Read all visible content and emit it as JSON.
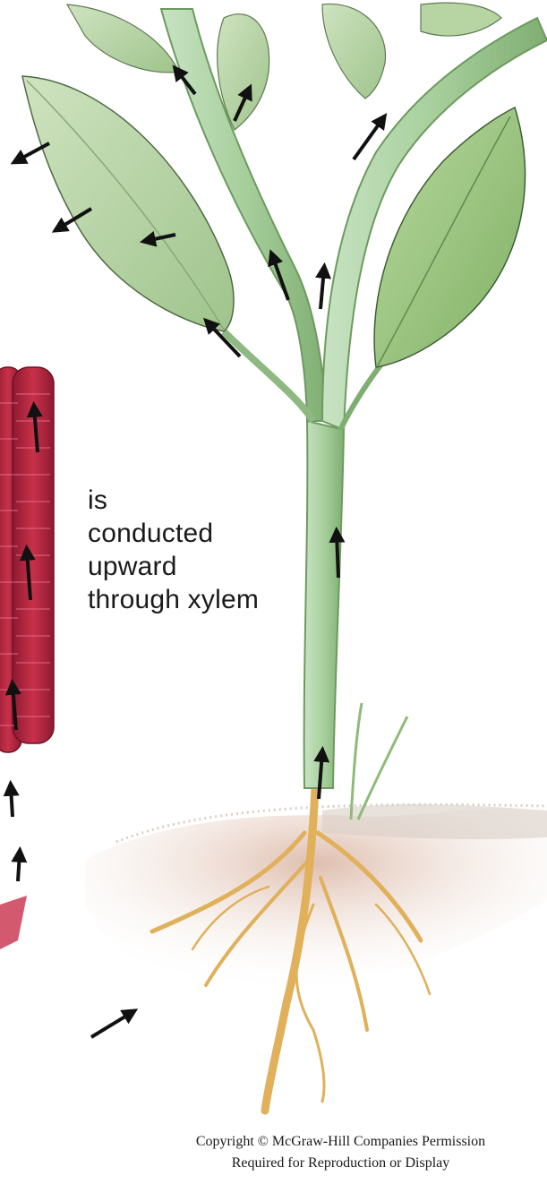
{
  "diagram": {
    "caption_lines": [
      "is",
      "conducted",
      "upward",
      "through xylem"
    ],
    "copyright_lines": [
      "Copyright © McGraw-Hill Companies Permission",
      "Required for Reproduction or Display"
    ]
  },
  "colors": {
    "leaf": "#8fbf6e",
    "leaf_dark": "#5f9246",
    "stem": "#a9d0a0",
    "xylem_vessel": "#b0203a",
    "root": "#e3b45a",
    "soil": "#c89a86",
    "arrow": "#111111"
  },
  "icons": [
    "arrow-icon"
  ]
}
